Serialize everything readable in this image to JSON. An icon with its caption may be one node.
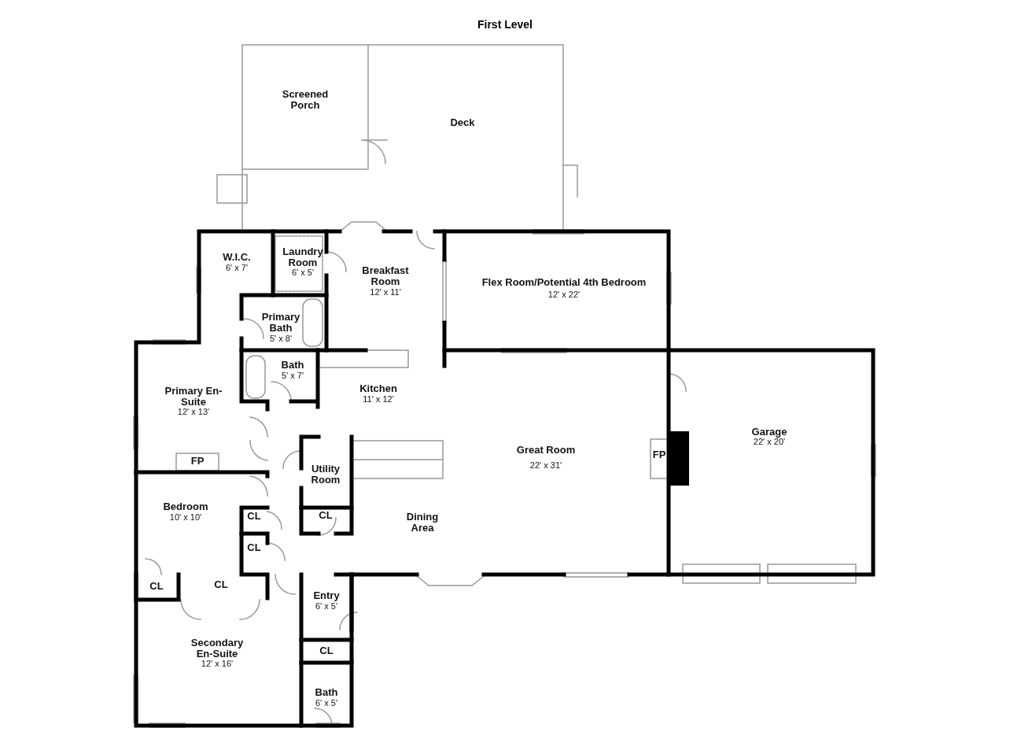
{
  "diagram": {
    "title": "First Level",
    "labels": [
      "Screened Porch",
      "Deck",
      "W.I.C.",
      "6' x 7'",
      "Laundry Room",
      "6' x 5'",
      "Breakfast Room",
      "12' x 11'",
      "Flex Room/Potential 4th Bedroom",
      "12' x 22'",
      "Primary Bath",
      "5' x 8'",
      "Bath",
      "5' x 7'",
      "Kitchen",
      "11' x 12'",
      "Primary En-Suite",
      "12' x 13'",
      "Garage",
      "22' x 20'",
      "Great Room",
      "22' x 31'",
      "FP",
      "FP",
      "Utility Room",
      "Bedroom",
      "10' x 10'",
      "CL",
      "CL",
      "Dining Area",
      "CL",
      "CL",
      "CL",
      "Entry",
      "6' x 5'",
      "Secondary En-Suite",
      "12' x 16'",
      "CL",
      "Bath",
      "6' x 5'"
    ]
  }
}
